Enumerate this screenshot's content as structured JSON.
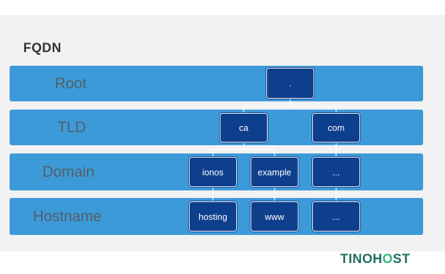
{
  "title": "FQDN",
  "levels": [
    {
      "id": "root",
      "label": "Root"
    },
    {
      "id": "tld",
      "label": "TLD"
    },
    {
      "id": "domain",
      "label": "Domain"
    },
    {
      "id": "hostname",
      "label": "Hostname"
    }
  ],
  "nodes": {
    "root": ".",
    "tld_ca": "ca",
    "tld_com": "com",
    "domain_ionos": "ionos",
    "domain_example": "example",
    "domain_more": "...",
    "host_hosting": "hosting",
    "host_www": "www",
    "host_more": "..."
  },
  "brand": {
    "part1": "TINO",
    "part2": "H",
    "part3": "O",
    "part4": "ST"
  },
  "colors": {
    "band": "#3c9ad9",
    "node": "#0e3f8c",
    "brand_dark": "#1d6f5f",
    "brand_accent": "#33b87a"
  }
}
